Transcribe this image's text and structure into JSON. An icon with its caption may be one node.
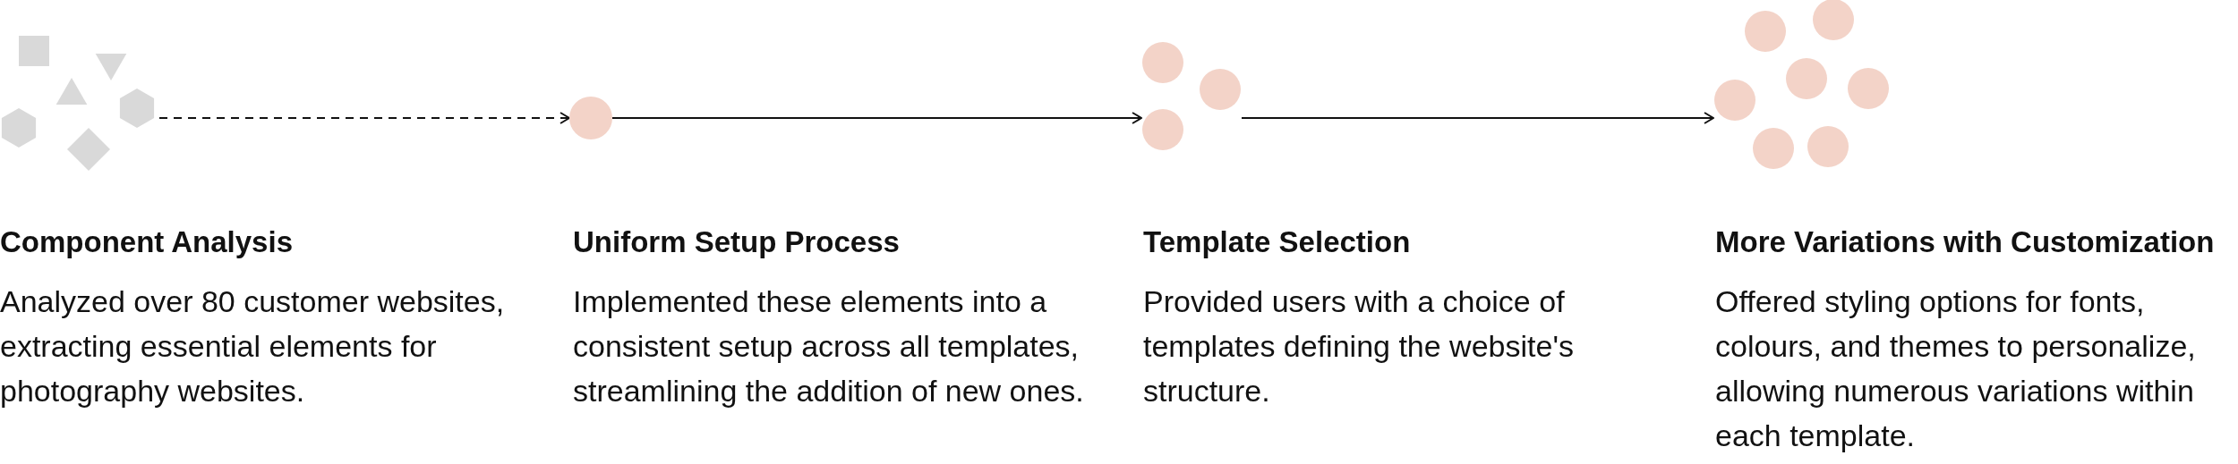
{
  "diagram": {
    "nodes": [
      {
        "text": [],
        "shape": "picture",
        "beside": [
          "Component Analysis",
          "Analyzed over 80 customer websites, extracting essential elements for photography websites."
        ]
      },
      {
        "text": [],
        "shape": "circle",
        "beside": [
          "Uniform Setup Process",
          "Implemented these elements into a consistent setup across all templates, streamlining the addition of new ones."
        ]
      },
      {
        "text": [],
        "shape": "picture",
        "beside": [
          "Template Selection",
          "Provided users with a choice of templates defining the website's structure."
        ]
      },
      {
        "text": [],
        "shape": "picture",
        "beside": [
          "More Variations with Customization",
          "Offered styling options for fonts, colours, and themes to personalize, allowing numerous variations within each template."
        ]
      }
    ],
    "edges": [
      {
        "from": 0,
        "to": 1,
        "arrow": "to",
        "style": "dashed"
      },
      {
        "from": 1,
        "to": 2,
        "arrow": "to"
      },
      {
        "from": 2,
        "to": 3,
        "arrow": "to"
      }
    ]
  }
}
